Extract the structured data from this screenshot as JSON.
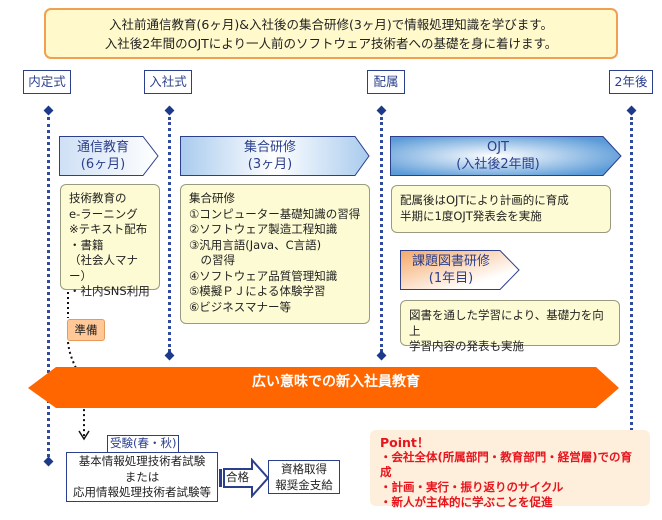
{
  "summary": {
    "line1": "入社前通信教育(6ヶ月)&入社後の集合研修(3ヶ月)で情報処理知識を学びます。",
    "line2": "入社後2年間のOJTにより一人前のソフトウェア技術者への基礎を身に着けます。"
  },
  "milestones": [
    {
      "label": "内定式"
    },
    {
      "label": "入社式"
    },
    {
      "label": "配属"
    },
    {
      "label": "2年後"
    }
  ],
  "phases": {
    "correspondence": {
      "title": "通信教育",
      "duration": "(6ヶ月)"
    },
    "group_training": {
      "title": "集合研修",
      "duration": "(3ヶ月)"
    },
    "ojt": {
      "title": "OJT",
      "duration": "(入社後2年間)"
    },
    "book_training": {
      "title": "課題図書研修",
      "duration": "(1年目)"
    }
  },
  "notes": {
    "correspondence": [
      "技術教育の",
      "e-ラーニング",
      "※テキスト配布",
      "・書籍",
      "（社会人マナー）",
      "・社内SNS利用"
    ],
    "group_training": [
      "集合研修",
      "①コンピューター基礎知識の習得",
      "②ソフトウェア製造工程知識",
      "③汎用言語(Java、C言語)",
      "　の習得",
      "④ソフトウェア品質管理知識",
      "⑤模擬ＰＪによる体験学習",
      "⑥ビジネスマナー等"
    ],
    "ojt": [
      "配属後はOJTにより計画的に育成",
      "半期に1度OJT発表会を実施"
    ],
    "book_training": [
      "図書を通した学習により、基礎力を向上",
      "学習内容の発表も実施"
    ]
  },
  "prep_label": "準備",
  "broad_education": "広い意味での新入社員教育",
  "exam": {
    "label": "受験(春・秋)",
    "lines": [
      "基本情報処理技術者試験",
      "または",
      "応用情報処理技術者試験等"
    ],
    "pass_label": "合格",
    "result_lines": [
      "資格取得",
      "報奨金支給"
    ]
  },
  "point": {
    "title": "Point！",
    "items": [
      "・会社全体(所属部門・教育部門・経営層)での育成",
      "・計画・実行・振り返りのサイクル",
      "・新人が主体的に学ぶことを促進"
    ]
  },
  "colors": {
    "accent_blue": "#2b3f8c",
    "accent_orange": "#ff6600",
    "point_red": "#e8141e",
    "note_bg": "#fdfbd3"
  }
}
